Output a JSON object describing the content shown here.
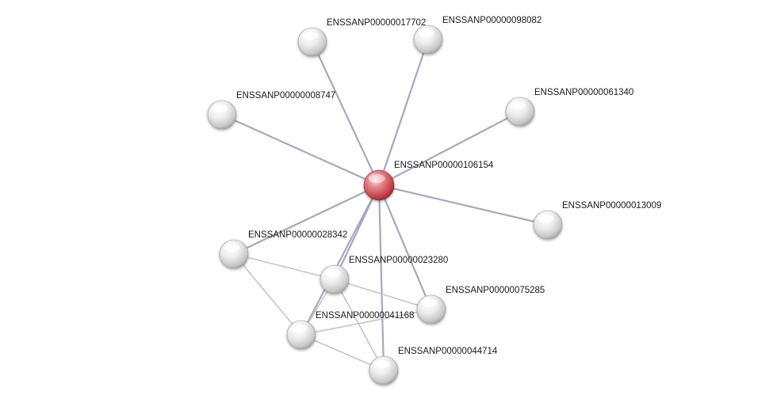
{
  "network": {
    "colors": {
      "edge": "#a7a7be",
      "edge_light": "#c4c4d2",
      "query_node": "#d9535a",
      "node": "#d6d6d6",
      "label": "#1a1a1a"
    },
    "nodes": [
      {
        "id": "n106154",
        "label": "ENSSANP00000106154",
        "role": "query"
      },
      {
        "id": "n017702",
        "label": "ENSSANP00000017702",
        "role": "neighbor"
      },
      {
        "id": "n098082",
        "label": "ENSSANP00000098082",
        "role": "neighbor"
      },
      {
        "id": "n008747",
        "label": "ENSSANP00000008747",
        "role": "neighbor"
      },
      {
        "id": "n061340",
        "label": "ENSSANP00000061340",
        "role": "neighbor"
      },
      {
        "id": "n013009",
        "label": "ENSSANP00000013009",
        "role": "neighbor"
      },
      {
        "id": "n028342",
        "label": "ENSSANP00000028342",
        "role": "neighbor"
      },
      {
        "id": "n023280",
        "label": "ENSSANP00000023280",
        "role": "neighbor"
      },
      {
        "id": "n075285",
        "label": "ENSSANP00000075285",
        "role": "neighbor"
      },
      {
        "id": "n041168",
        "label": "ENSSANP00000041168",
        "role": "neighbor"
      },
      {
        "id": "n044714",
        "label": "ENSSANP00000044714",
        "role": "neighbor"
      }
    ],
    "edges": [
      {
        "source": "n106154",
        "target": "n017702"
      },
      {
        "source": "n106154",
        "target": "n098082"
      },
      {
        "source": "n106154",
        "target": "n008747"
      },
      {
        "source": "n106154",
        "target": "n061340"
      },
      {
        "source": "n106154",
        "target": "n013009"
      },
      {
        "source": "n106154",
        "target": "n028342"
      },
      {
        "source": "n106154",
        "target": "n023280"
      },
      {
        "source": "n106154",
        "target": "n075285"
      },
      {
        "source": "n106154",
        "target": "n041168"
      },
      {
        "source": "n106154",
        "target": "n044714"
      },
      {
        "source": "n028342",
        "target": "n023280"
      },
      {
        "source": "n028342",
        "target": "n041168"
      },
      {
        "source": "n023280",
        "target": "n041168"
      },
      {
        "source": "n023280",
        "target": "n075285"
      },
      {
        "source": "n023280",
        "target": "n044714"
      },
      {
        "source": "n041168",
        "target": "n044714"
      },
      {
        "source": "n041168",
        "target": "n075285"
      }
    ]
  }
}
